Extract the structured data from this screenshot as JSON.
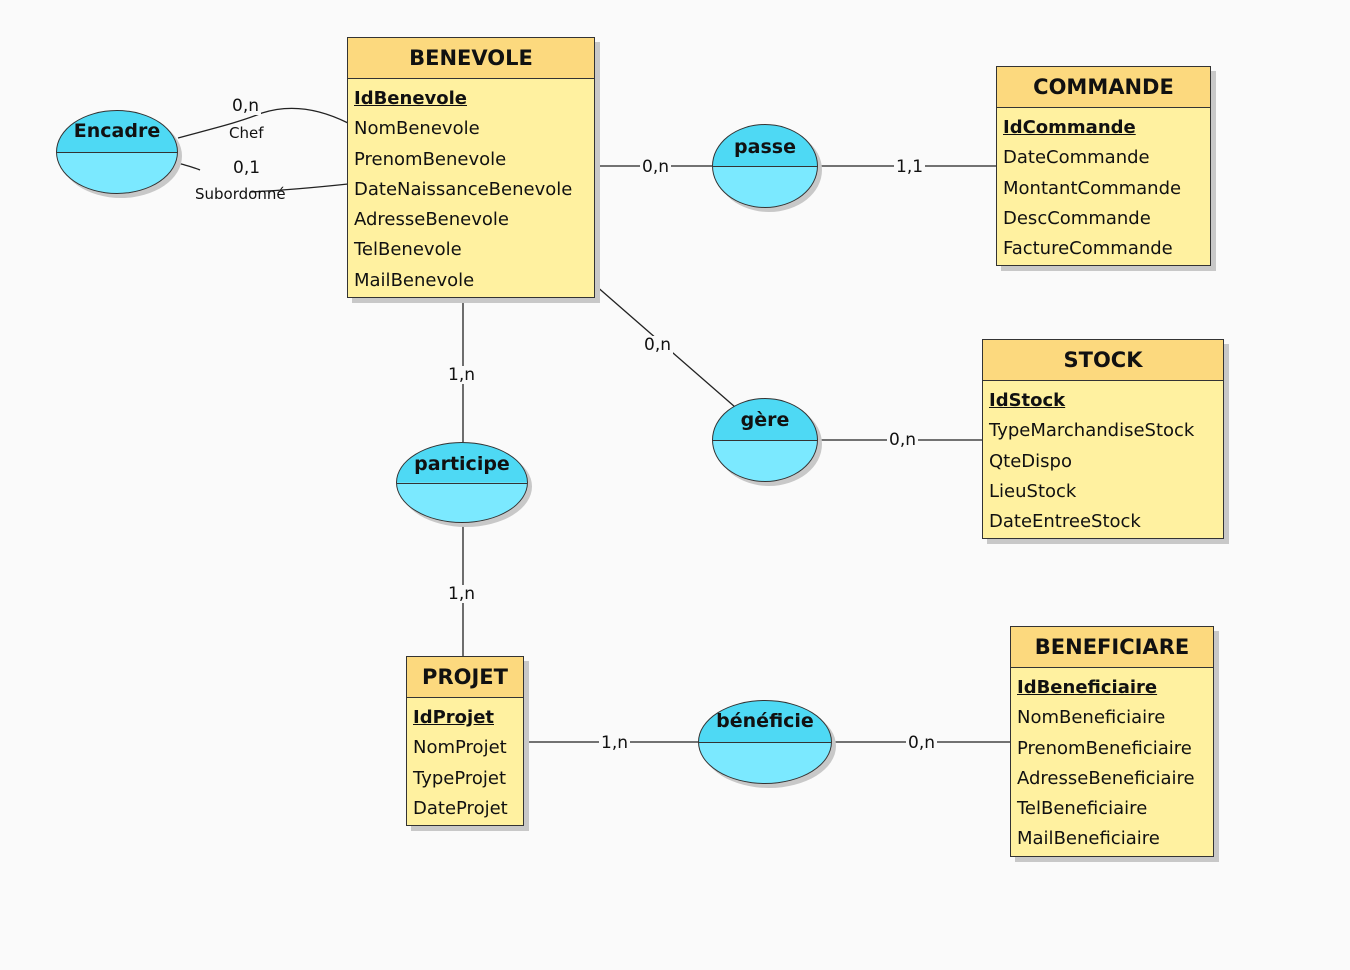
{
  "entities": {
    "benevole": {
      "name": "BENEVOLE",
      "key": "IdBenevole",
      "attrs": [
        "NomBenevole",
        "PrenomBenevole",
        "DateNaissanceBenevole",
        "AdresseBenevole",
        "TelBenevole",
        "MailBenevole"
      ]
    },
    "commande": {
      "name": "COMMANDE",
      "key": "IdCommande",
      "attrs": [
        "DateCommande",
        "MontantCommande",
        "DescCommande",
        "FactureCommande"
      ]
    },
    "stock": {
      "name": "STOCK",
      "key": "IdStock",
      "attrs": [
        "TypeMarchandiseStock",
        "QteDispo",
        "LieuStock",
        "DateEntreeStock"
      ]
    },
    "projet": {
      "name": "PROJET",
      "key": "IdProjet",
      "attrs": [
        "NomProjet",
        "TypeProjet",
        "DateProjet"
      ]
    },
    "beneficiare": {
      "name": "BENEFICIARE",
      "key": "IdBeneficiaire",
      "attrs": [
        "NomBeneficiaire",
        "PrenomBeneficiaire",
        "AdresseBeneficiaire",
        "TelBeneficiaire",
        "MailBeneficiaire"
      ]
    }
  },
  "associations": {
    "encadre": "Encadre",
    "passe": "passe",
    "gere": "gère",
    "participe": "participe",
    "beneficie": "bénéficie"
  },
  "cardinalities": {
    "encadre_chef": "0,n",
    "encadre_sub": "0,1",
    "passe_benevole": "0,n",
    "passe_commande": "1,1",
    "gere_benevole": "0,n",
    "gere_stock": "0,n",
    "participe_benevole": "1,n",
    "participe_projet": "1,n",
    "beneficie_projet": "1,n",
    "beneficie_beneficiare": "0,n"
  },
  "roles": {
    "chef": "Chef",
    "subordonne": "Subordonné"
  }
}
